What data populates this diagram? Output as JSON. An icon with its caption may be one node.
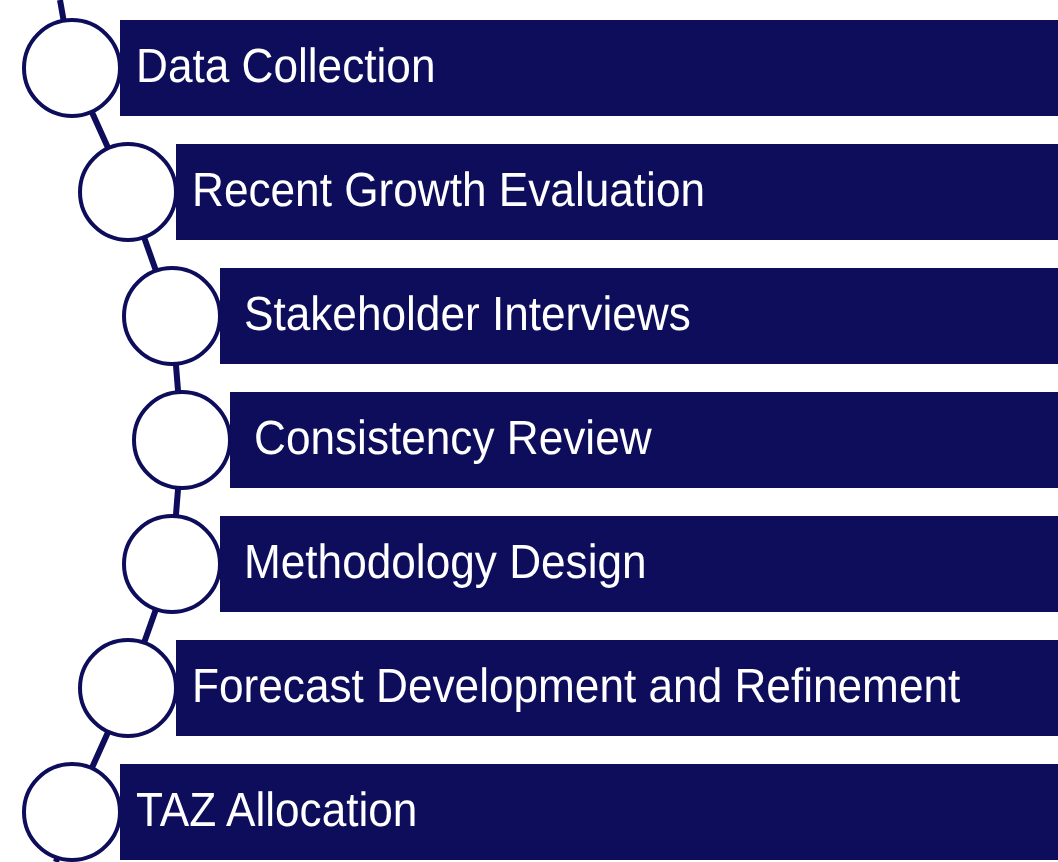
{
  "diagram": {
    "nodes": [
      {
        "text": [
          "Data Collection"
        ]
      },
      {
        "text": [
          "Recent Growth Evaluation"
        ]
      },
      {
        "text": [
          "Stakeholder Interviews"
        ]
      },
      {
        "text": [
          "Consistency Review"
        ]
      },
      {
        "text": [
          "Methodology Design"
        ]
      },
      {
        "text": [
          "Forecast Development and Refinement"
        ]
      },
      {
        "text": [
          "TAZ Allocation"
        ]
      }
    ]
  }
}
